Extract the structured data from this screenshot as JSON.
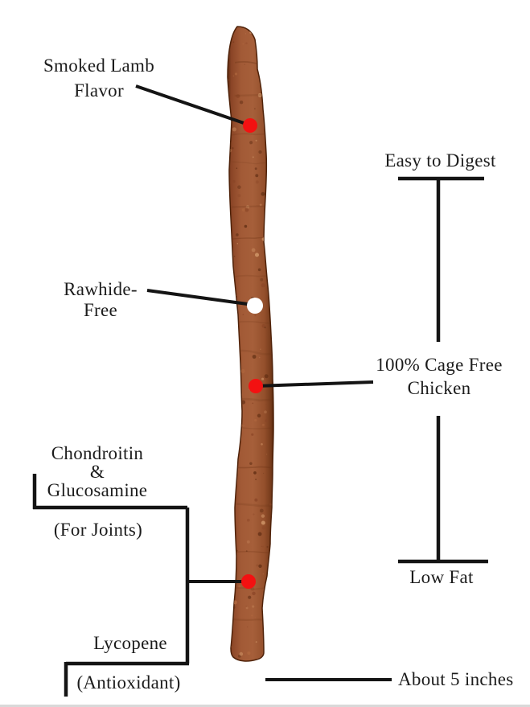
{
  "image": {
    "title": "Dog chew stick feature infographic",
    "background": "#ffffff"
  },
  "stick": {
    "name": "smoked-lamb-chew-stick",
    "base_color": "#9e5633",
    "edge_color": "#5f2c12",
    "highlight_color": "#c08055"
  },
  "colors": {
    "marker_red": "#f31111",
    "marker_white": "#ffffff",
    "line": "#141414",
    "text": "#1c1c1c",
    "bottom_edge": "#c9c9c9"
  },
  "callouts": {
    "flavor": "Smoked Lamb\nFlavor",
    "easy_digest": "Easy to Digest",
    "rawhide": "Rawhide-Free",
    "cage_free": "100% Cage Free\nChicken",
    "joints_main": "Chondroitin\n&\nGlucosamine",
    "joints_sub": "(For Joints)",
    "low_fat": "Low Fat",
    "lycopene": "Lycopene",
    "lycopene_sub": "(Antioxidant)",
    "size": "About 5 inches"
  }
}
